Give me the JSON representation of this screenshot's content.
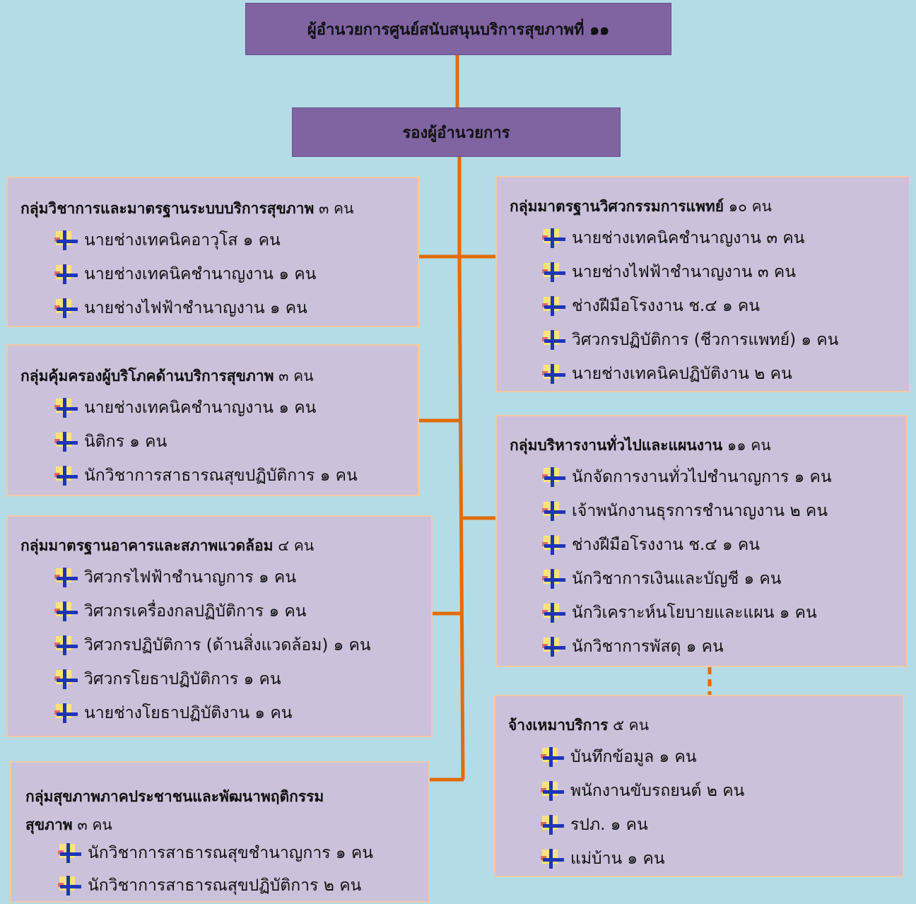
{
  "director": "ผู้อำนวยการศูนย์สนับสนุนบริการสุขภาพที่ ๑๑",
  "deputy": "รองผู้อำนวยการ",
  "groups": [
    {
      "name": "กลุ่มวิชาการและมาตรฐานระบบบริการสุขภาพ",
      "count": "๓ คน",
      "items": [
        "นายช่างเทคนิคอาวุโส ๑ คน",
        "นายช่างเทคนิคชำนาญงาน ๑ คน",
        "นายช่างไฟฟ้าชำนาญงาน ๑ คน"
      ]
    },
    {
      "name": "กลุ่มคุ้มครองผู้บริโภคด้านบริการสุขภาพ",
      "count": "๓ คน",
      "items": [
        "นายช่างเทคนิคชำนาญงาน ๑ คน",
        "นิติกร ๑ คน",
        "นักวิชาการสาธารณสุขปฏิบัติการ ๑ คน"
      ]
    },
    {
      "name": "กลุ่มมาตรฐานอาคารและสภาพแวดล้อม",
      "count": "๔ คน",
      "items": [
        "วิศวกรไฟฟ้าชำนาญการ ๑ คน",
        "วิศวกรเครื่องกลปฏิบัติการ ๑ คน",
        "วิศวกรปฏิบัติการ (ด้านสิ่งแวดล้อม) ๑ คน",
        "วิศวกรโยธาปฏิบัติการ ๑ คน",
        "นายช่างโยธาปฏิบัติงาน ๑ คน"
      ]
    },
    {
      "name": "กลุ่มสุขภาพภาคประชาชนและพัฒนาพฤติกรรม",
      "name_line2": "สุขภาพ",
      "count": "๓ คน",
      "items": [
        "นักวิชาการสาธารณสุขชำนาญการ ๑ คน",
        "นักวิชาการสาธารณสุขปฏิบัติการ ๒ คน"
      ]
    },
    {
      "name": "กลุ่มมาตรฐานวิศวกรรมการแพทย์",
      "count": "๑๐ คน",
      "items": [
        "นายช่างเทคนิคชำนาญงาน ๓ คน",
        "นายช่างไฟฟ้าชำนาญงาน ๓ คน",
        "ช่างฝีมือโรงงาน ช.๔ ๑ คน",
        "วิศวกรปฏิบัติการ (ชีวการแพทย์) ๑ คน",
        "นายช่างเทคนิคปฏิบัติงาน ๒ คน"
      ]
    },
    {
      "name": "กลุ่มบริหารงานทั่วไปและแผนงาน",
      "count": "๑๑ คน",
      "items": [
        "นักจัดการงานทั่วไปชำนาญการ ๑ คน",
        "เจ้าพนักงานธุรการชำนาญงาน ๒ คน",
        "ช่างฝีมือโรงงาน ช.๔ ๑ คน",
        "นักวิชาการเงินและบัญชี ๑ คน",
        "นักวิเคราะห์นโยบายและแผน ๑ คน",
        "นักวิชาการพัสดุ ๑ คน"
      ]
    },
    {
      "name": "จ้างเหมาบริการ",
      "count": "๕ คน",
      "items": [
        "บันทึกข้อมูล ๑ คน",
        "พนักงานขับรถยนต์ ๒ คน",
        "รปภ. ๑ คน",
        "แม่บ้าน ๑ คน"
      ]
    }
  ],
  "colors": {
    "background": "#b3dce6",
    "head_fill": "#8064a2",
    "box_fill": "#ccc1da",
    "box_border": "#f3c9a4",
    "connector": "#e36c0a"
  },
  "bullet_icon": "yellow-blue-cross-bullet-icon"
}
